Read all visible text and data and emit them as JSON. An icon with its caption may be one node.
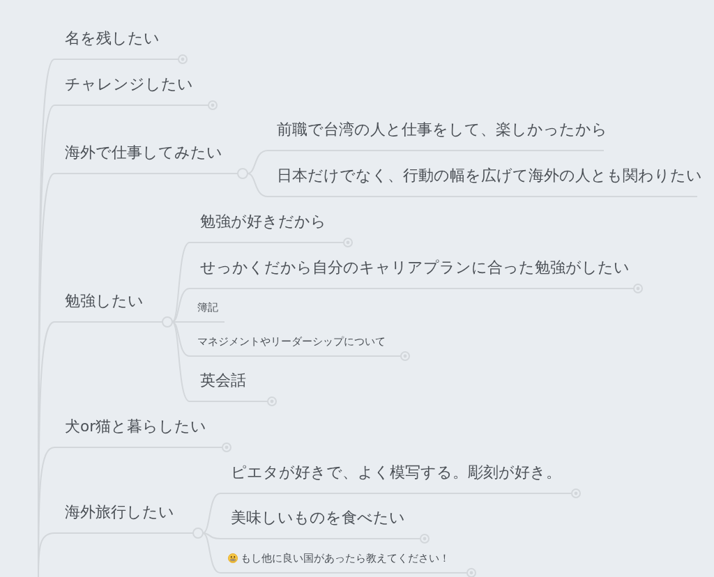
{
  "diagram": {
    "nodes": [
      {
        "text": [
          "名を残したい"
        ]
      },
      {
        "text": [
          "チャレンジしたい"
        ]
      },
      {
        "text": [
          "海外で仕事してみたい"
        ]
      },
      {
        "text": [
          "前職で台湾の人と仕事をして、楽しかったから"
        ]
      },
      {
        "text": [
          "日本だけでなく、行動の幅を広げて海外の人とも関わりたい"
        ]
      },
      {
        "text": [
          "勉強したい"
        ]
      },
      {
        "text": [
          "勉強が好きだから"
        ]
      },
      {
        "text": [
          "せっかくだから自分のキャリアプランに合った勉強がしたい"
        ]
      },
      {
        "text": [
          "簿記"
        ]
      },
      {
        "text": [
          "マネジメントやリーダーシップについて"
        ]
      },
      {
        "text": [
          "英会話"
        ]
      },
      {
        "text": [
          "犬or猫と暮らしたい"
        ]
      },
      {
        "text": [
          "海外旅行したい"
        ]
      },
      {
        "text": [
          "ピエタが好きで、よく模写する。彫刻が好き。"
        ]
      },
      {
        "text": [
          "美味しいものを食べたい"
        ]
      },
      {
        "text": [
          "もし他に良い国があったら教えてください！"
        ]
      }
    ],
    "edges": [
      {
        "from": null,
        "to": 0,
        "arrow": "none"
      },
      {
        "from": null,
        "to": 1,
        "arrow": "none"
      },
      {
        "from": null,
        "to": 2,
        "arrow": "none"
      },
      {
        "from": 2,
        "to": 3,
        "arrow": "none"
      },
      {
        "from": 2,
        "to": 4,
        "arrow": "none"
      },
      {
        "from": null,
        "to": 5,
        "arrow": "none"
      },
      {
        "from": 5,
        "to": 6,
        "arrow": "none"
      },
      {
        "from": 5,
        "to": 7,
        "arrow": "none"
      },
      {
        "from": 5,
        "to": 8,
        "arrow": "none"
      },
      {
        "from": 5,
        "to": 9,
        "arrow": "none"
      },
      {
        "from": 5,
        "to": 10,
        "arrow": "none"
      },
      {
        "from": null,
        "to": 11,
        "arrow": "none"
      },
      {
        "from": null,
        "to": 12,
        "arrow": "none"
      },
      {
        "from": 12,
        "to": 13,
        "arrow": "none"
      },
      {
        "from": 12,
        "to": 14,
        "arrow": "none"
      },
      {
        "from": 12,
        "to": 15,
        "arrow": "none"
      }
    ]
  }
}
